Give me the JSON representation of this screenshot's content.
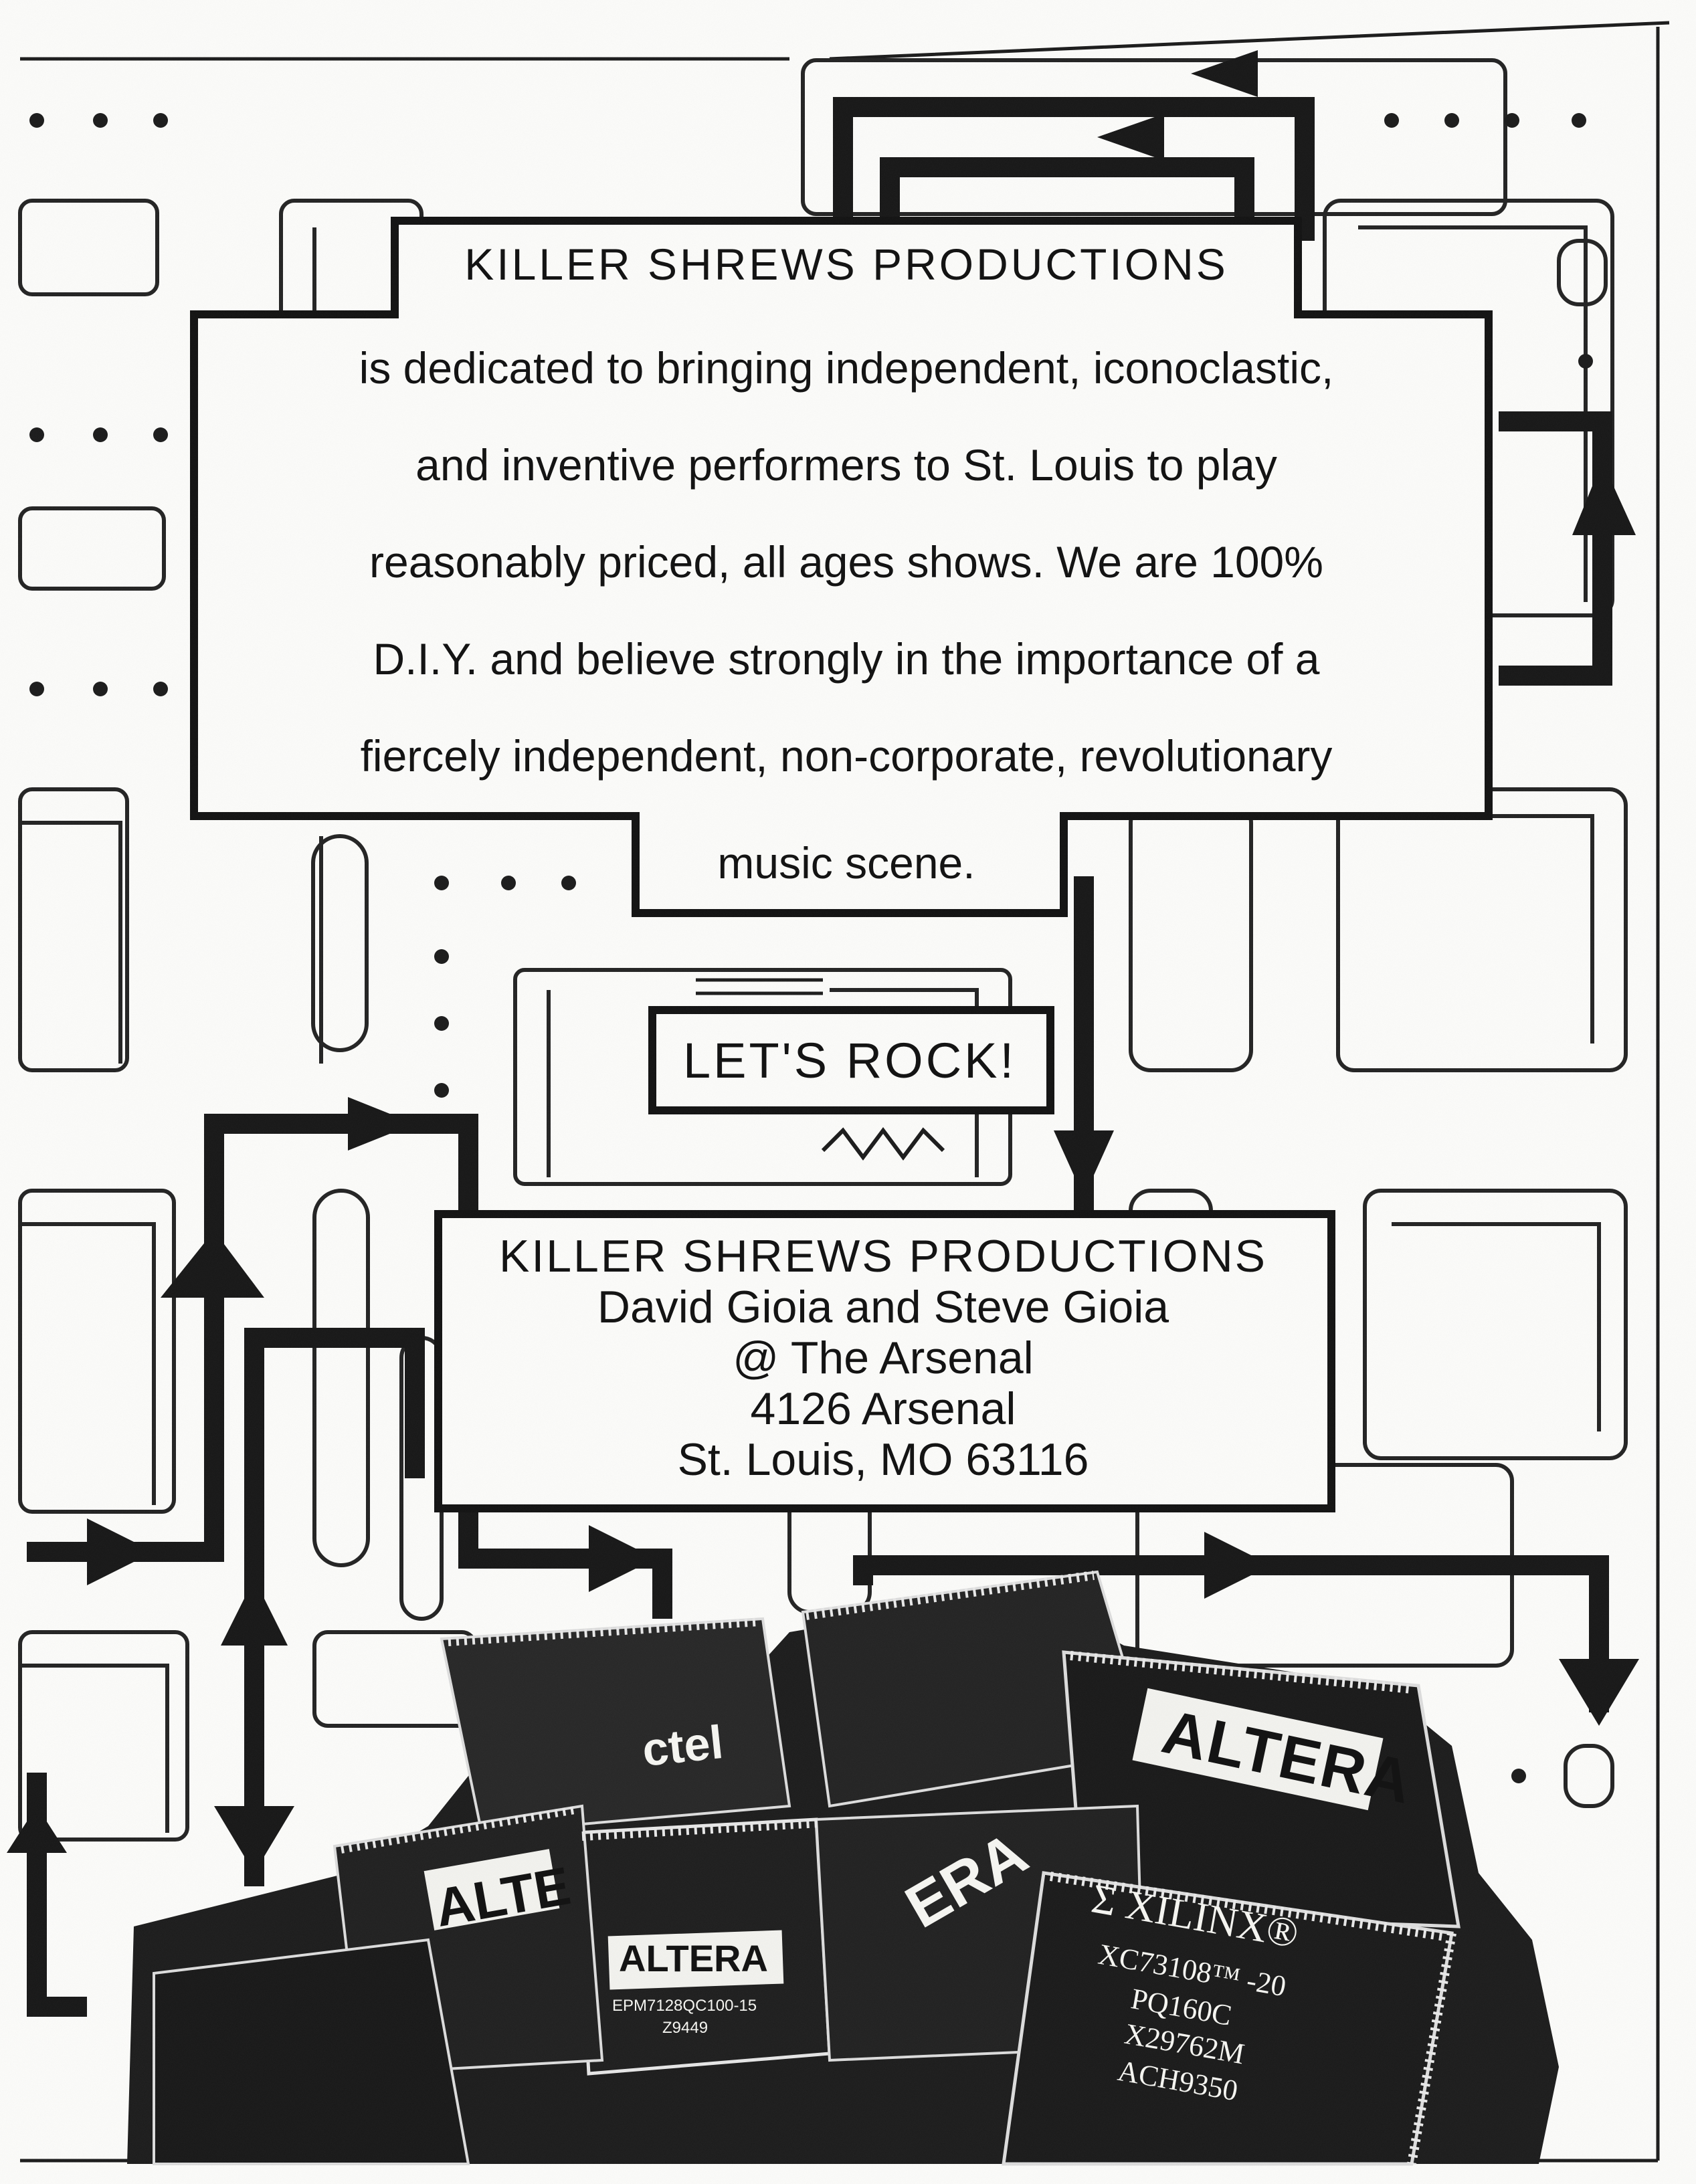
{
  "mission": {
    "title": "KILLER SHREWS PRODUCTIONS",
    "lines": [
      "is dedicated to bringing independent, iconoclastic,",
      "and inventive performers to St. Louis to play",
      "reasonably priced, all ages shows.  We are 100%",
      "D.I.Y. and believe strongly in the importance of a",
      "fiercely independent, non-corporate, revolutionary",
      "music scene."
    ]
  },
  "slogan": "LET'S ROCK!",
  "contact": {
    "title": "KILLER SHREWS PRODUCTIONS",
    "names": "David Gioia and Steve Gioia",
    "venue": "@ The Arsenal",
    "street": "4126 Arsenal",
    "city": "St. Louis, MO 63116"
  },
  "chips": {
    "actel": "ctel",
    "altera_large": "ALTERA",
    "altera_left": "ALTE",
    "altera_small": "ALTERA",
    "altera_small_part": "EPM7128QC100-15",
    "altera_small_code": "Z9449",
    "era_fragment": "ERA",
    "xilinx_brand": "Σ XILINX®",
    "xilinx_lines": [
      "XC73108™ -20",
      "PQ160C",
      "X29762M",
      "ACH9350"
    ]
  },
  "colors": {
    "ink": "#141414",
    "paper": "#fbfbf9",
    "chip_body": "#1b1b1b"
  }
}
